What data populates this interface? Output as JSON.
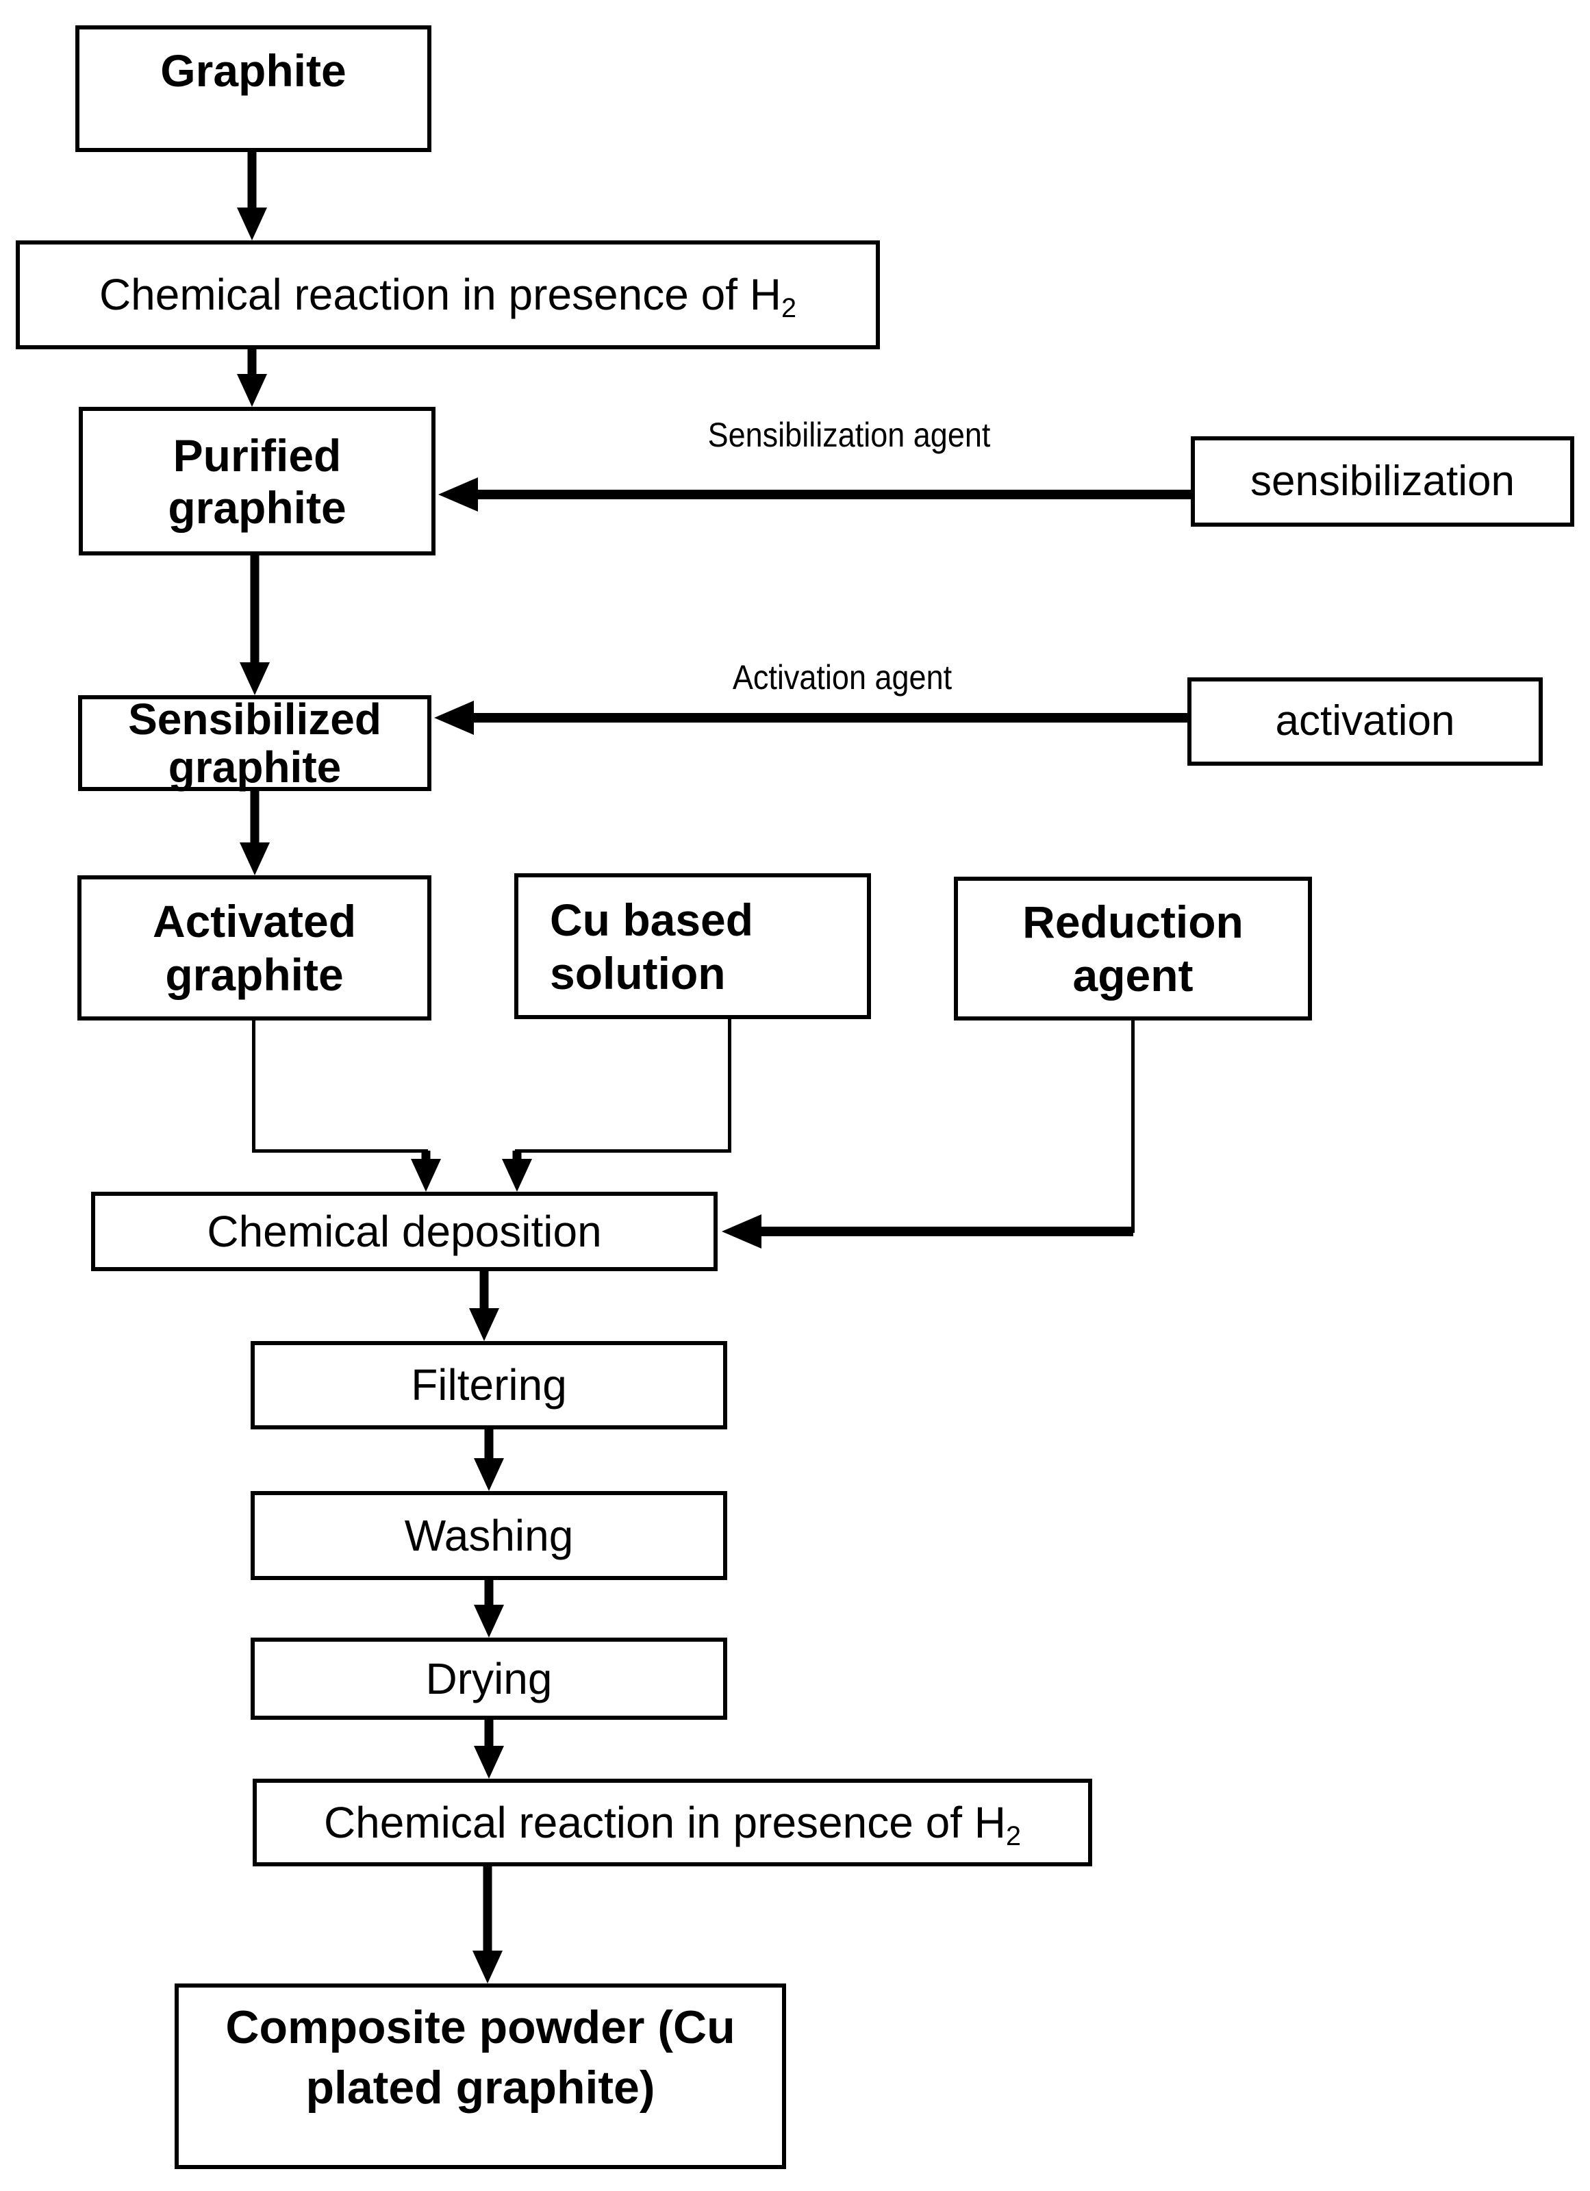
{
  "diagram": {
    "nodes": {
      "graphite": {
        "label": "Graphite"
      },
      "chem_reaction_1": {
        "text": "Chemical reaction in presence of H",
        "subscript": "2"
      },
      "purified_graphite": {
        "line1": "Purified",
        "line2": "graphite"
      },
      "sensibilization": {
        "label": "sensibilization"
      },
      "sensibilized_graphite": {
        "line1": "Sensibilized",
        "line2": "graphite"
      },
      "activation": {
        "label": "activation"
      },
      "activated_graphite": {
        "line1": "Activated",
        "line2": "graphite"
      },
      "cu_based_solution": {
        "line1": "Cu based",
        "line2": "solution"
      },
      "reduction_agent": {
        "line1": "Reduction",
        "line2": "agent"
      },
      "chemical_deposition": {
        "label": "Chemical deposition"
      },
      "filtering": {
        "label": "Filtering"
      },
      "washing": {
        "label": "Washing"
      },
      "drying": {
        "label": "Drying"
      },
      "chem_reaction_2": {
        "text": "Chemical reaction in presence of H",
        "subscript": "2"
      },
      "composite_powder": {
        "line1": "Composite powder (Cu",
        "line2": "plated graphite)"
      }
    },
    "edge_labels": {
      "sensibilization_agent": "Sensibilization agent",
      "activation_agent": "Activation agent"
    },
    "colors": {
      "line": "#000000",
      "background": "#ffffff",
      "text": "#000000"
    }
  }
}
